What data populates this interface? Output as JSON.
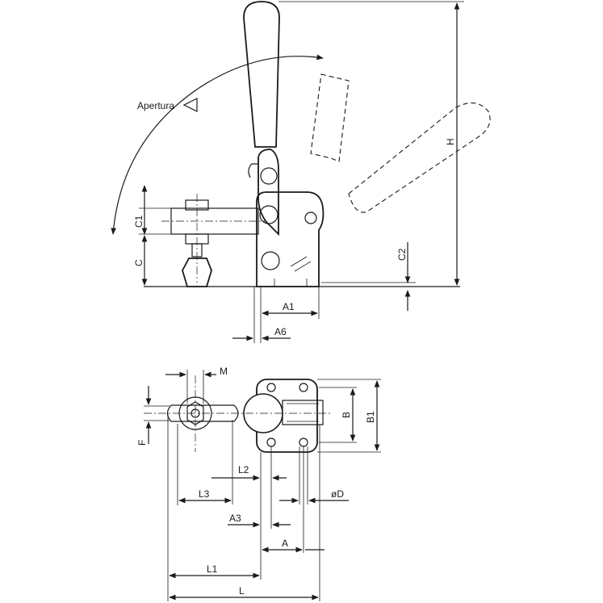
{
  "labels": {
    "opening": "Apertura",
    "A": "A",
    "A1": "A1",
    "A3": "A3",
    "A6": "A6",
    "B": "B",
    "B1": "B1",
    "C": "C",
    "C1": "C1",
    "C2": "C2",
    "D": "øD",
    "F": "F",
    "H": "H",
    "L": "L",
    "L1": "L1",
    "L2": "L2",
    "L3": "L3",
    "M": "M"
  }
}
